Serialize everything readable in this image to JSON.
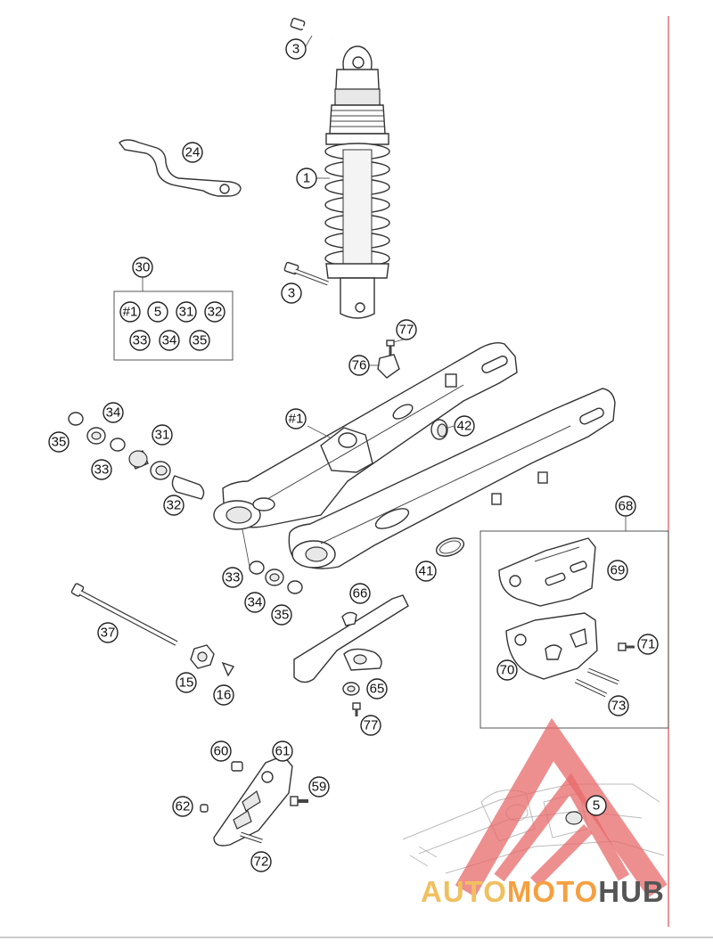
{
  "brand": {
    "part1": "AUTO",
    "part2": "MOTO",
    "part3": "HUB",
    "colors": {
      "auto": "#f0c060",
      "moto": "#f5a040",
      "hub": "#555555",
      "triangle": "#e86a6a",
      "margin_line": "#e24b4b"
    }
  },
  "callouts": {
    "c1": "1",
    "c3a": "3",
    "c3b": "3",
    "c24": "24",
    "c30": "30",
    "kit_1": "#1",
    "kit_5": "5",
    "kit_31": "31",
    "kit_32": "32",
    "kit_33": "33",
    "kit_34": "34",
    "kit_35": "35",
    "c77a": "77",
    "c76": "76",
    "c42": "42",
    "c_h1": "#1",
    "c34a": "34",
    "c35a": "35",
    "c31": "31",
    "c33a": "33",
    "c32": "32",
    "c68": "68",
    "c69": "69",
    "c70": "70",
    "c71": "71",
    "c73": "73",
    "c41": "41",
    "c33b": "33",
    "c34b": "34",
    "c35b": "35",
    "c66": "66",
    "c37": "37",
    "c15": "15",
    "c16": "16",
    "c65": "65",
    "c77b": "77",
    "c60": "60",
    "c61": "61",
    "c59": "59",
    "c62": "62",
    "c72": "72",
    "c5": "5"
  }
}
